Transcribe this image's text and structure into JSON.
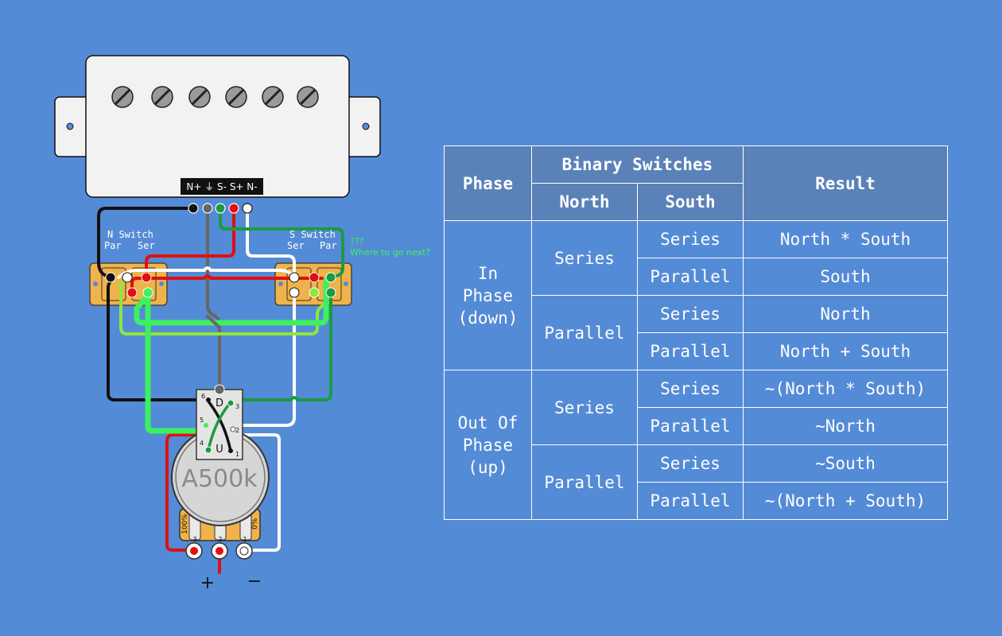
{
  "pickup": {
    "terminal_labels": "N+ ⏚ S- S+ N-"
  },
  "switches": {
    "north": {
      "title": "N Switch",
      "left_lug": "Par",
      "right_lug": "Ser"
    },
    "south": {
      "title": "S Switch",
      "left_lug": "Ser",
      "right_lug": "Par"
    }
  },
  "annotation": {
    "line1": "???",
    "line2": "Where to go next?"
  },
  "pushpull": {
    "top_label": "D",
    "bottom_label": "U",
    "pins": [
      "6",
      "3",
      "5",
      "2",
      "4",
      "1"
    ]
  },
  "pot": {
    "label": "A500k",
    "left_tag": "100%",
    "right_tag": "0%",
    "lugs": [
      "3",
      "2",
      "1"
    ]
  },
  "outputs": {
    "plus": "+",
    "minus": "−"
  },
  "colors": {
    "background": "#548bd6",
    "table_header": "#5b82b8",
    "switch_board": "#f0b24a",
    "wire_black": "#111111",
    "wire_gray": "#666666",
    "wire_red": "#e01010",
    "wire_white": "#ffffff",
    "wire_green": "#1c9a42",
    "wire_lime": "#8ee83a",
    "wire_bright": "#3cf060"
  },
  "table": {
    "headers": {
      "phase": "Phase",
      "binary": "Binary Switches",
      "north": "North",
      "south": "South",
      "result": "Result"
    },
    "groups": [
      {
        "phase": [
          "In",
          "Phase",
          "(down)"
        ],
        "subgroups": [
          {
            "north": "Series",
            "rows": [
              {
                "south": "Series",
                "result": "North * South"
              },
              {
                "south": "Parallel",
                "result": "South"
              }
            ]
          },
          {
            "north": "Parallel",
            "rows": [
              {
                "south": "Series",
                "result": "North"
              },
              {
                "south": "Parallel",
                "result": "North + South"
              }
            ]
          }
        ]
      },
      {
        "phase": [
          "Out Of",
          "Phase",
          "(up)"
        ],
        "subgroups": [
          {
            "north": "Series",
            "rows": [
              {
                "south": "Series",
                "result": "~(North * South)"
              },
              {
                "south": "Parallel",
                "result": "~North"
              }
            ]
          },
          {
            "north": "Parallel",
            "rows": [
              {
                "south": "Series",
                "result": "~South"
              },
              {
                "south": "Parallel",
                "result": "~(North + South)"
              }
            ]
          }
        ]
      }
    ]
  }
}
